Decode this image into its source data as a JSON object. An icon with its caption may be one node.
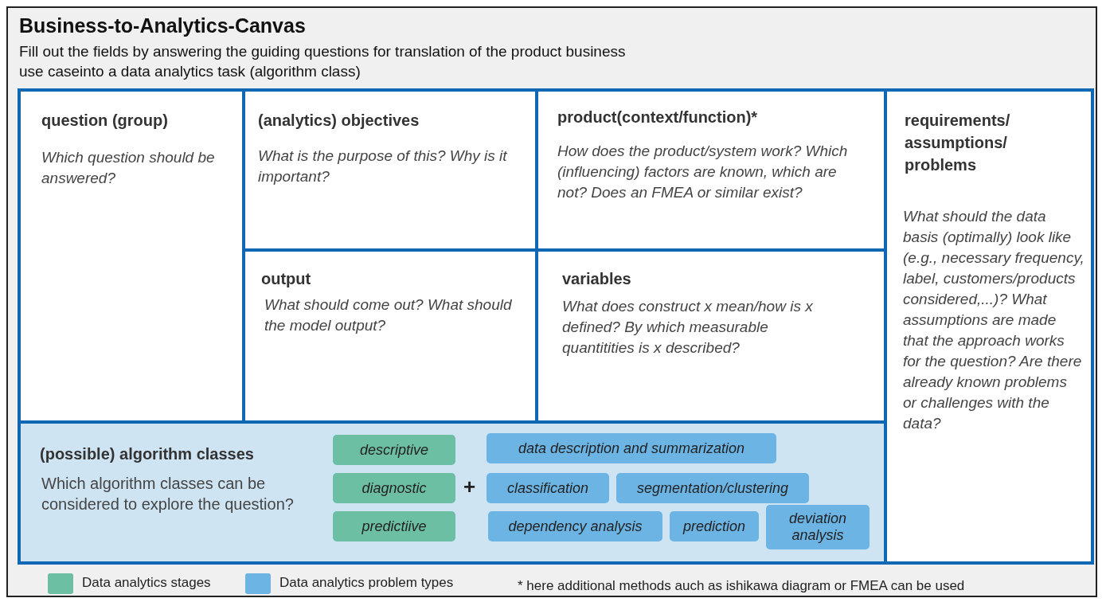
{
  "diagram": {
    "title": "Business-to-Analytics-Canvas",
    "nodes": [
      {
        "text": [
          "question (group)",
          "Which question should be answered?"
        ]
      },
      {
        "text": [
          "(analytics) objectives",
          "What is the purpose of this? Why is it important?"
        ]
      },
      {
        "text": [
          "product(context/function)*",
          "How does the product/system work? Which (influencing) factors are known, which are not? Does an FMEA or similar exist?"
        ]
      },
      {
        "text": [
          "requirements/ assumptions/ problems",
          "What should the data basis (optimally) look like (e.g., necessary frequency, label, customers/products considered,...)? What assumptions are made that the approach works for the question? Are there already known problems or challenges with the data?"
        ]
      },
      {
        "text": [
          "output",
          "What should come out? What should the model output?"
        ]
      },
      {
        "text": [
          "variables",
          "What does construct x mean/how is x defined? By which measurable quantitities is x described?"
        ]
      },
      {
        "text": [
          "(possible) algorithm classes",
          "Which algorithm classes can be considered to explore the question?"
        ]
      },
      {
        "text": [
          "descriptive"
        ],
        "in": 6
      },
      {
        "text": [
          "diagnostic"
        ],
        "in": 6
      },
      {
        "text": [
          "predictiive"
        ],
        "in": 6
      },
      {
        "text": [
          "data description and summarization"
        ],
        "in": 6
      },
      {
        "text": [
          "classification"
        ],
        "in": 6
      },
      {
        "text": [
          "segmentation/clustering"
        ],
        "in": 6
      },
      {
        "text": [
          "dependency analysis"
        ],
        "in": 6
      },
      {
        "text": [
          "prediction"
        ],
        "in": 6
      },
      {
        "text": [
          "deviation analysis"
        ],
        "in": 6
      }
    ],
    "labels": [
      "Fill out the fields by answering the guiding questions for translation of the product business use caseinto a data analytics task (algorithm class)",
      "+",
      "* here additional methods auch as ishikawa diagram or FMEA can be used"
    ],
    "legend": [
      {
        "text": "Data analytics stages",
        "color": "#6dbfa3"
      },
      {
        "text": "Data analytics problem types",
        "color": "#6cb4e4"
      }
    ]
  }
}
